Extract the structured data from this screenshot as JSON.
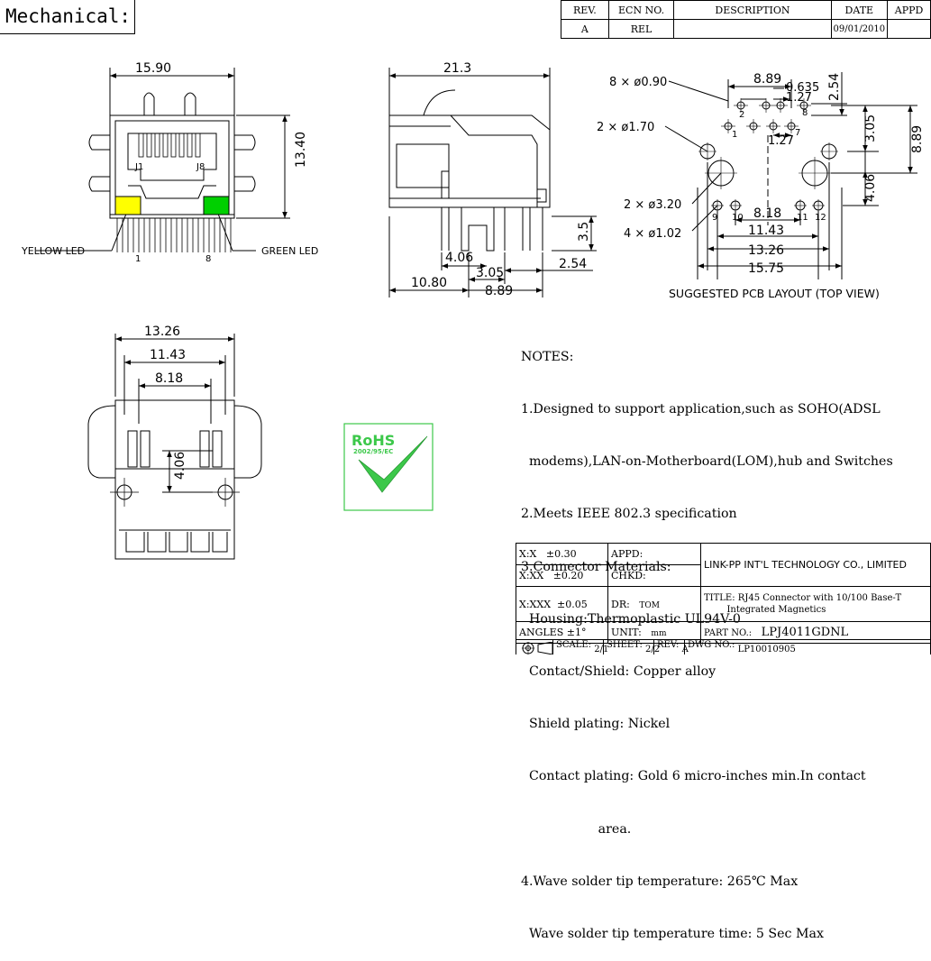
{
  "header": {
    "mechanical": "Mechanical:"
  },
  "revision_table": {
    "headers": [
      "REV.",
      "ECN NO.",
      "DESCRIPTION",
      "DATE",
      "APPD"
    ],
    "row": [
      "A",
      "REL",
      "",
      "09/01/2010",
      ""
    ]
  },
  "front_view": {
    "dim_width": "15.90",
    "dim_height": "13.40",
    "pin_j1": "J1",
    "pin_j8": "J8",
    "pin_1": "1",
    "pin_8": "8",
    "yellow_led": "YELLOW LED",
    "green_led": "GREEN LED",
    "yellow_color": "#ffff00",
    "green_color": "#00d000"
  },
  "side_view": {
    "dim_length": "21.3",
    "dim_pin_height": "3.5",
    "dim_4_06": "4.06",
    "dim_3_05": "3.05",
    "dim_2_54": "2.54",
    "dim_10_80": "10.80",
    "dim_8_89": "8.89"
  },
  "pcb_layout": {
    "dim_8_89_top": "8.89",
    "dim_1_27_top": "1.27",
    "dim_0_635": "0.635",
    "dim_2_54_v": "2.54",
    "label_holes_090": "8 × ø0.90",
    "label_holes_170": "2 × ø1.70",
    "label_holes_320": "2 × ø3.20",
    "label_holes_102": "4 × ø1.02",
    "dim_1_27_mid": "1.27",
    "dim_3_05_v": "3.05",
    "dim_8_89_v": "8.89",
    "dim_4_06_v": "4.06",
    "dim_8_18": "8.18",
    "dim_11_43": "11.43",
    "dim_13_26": "13.26",
    "dim_15_75": "15.75",
    "pin_labels": [
      "1",
      "2",
      "7",
      "8",
      "9",
      "10",
      "11",
      "12"
    ],
    "caption": "SUGGESTED PCB LAYOUT (TOP VIEW)"
  },
  "bottom_view": {
    "dim_13_26": "13.26",
    "dim_11_43": "11.43",
    "dim_8_18": "8.18",
    "dim_4_06": "4.06"
  },
  "rohs": {
    "title": "RoHS",
    "subtitle": "2002/95/EC",
    "color": "#3cc84a"
  },
  "notes": {
    "lines": [
      "NOTES:",
      "1.Designed to support application,such as SOHO(ADSL",
      "  modems),LAN-on-Motherboard(LOM),hub and Switches",
      "2.Meets IEEE 802.3 specification",
      "3.Connector Materials:",
      "  Housing:Thermoplastic UL94V-0",
      "  Contact/Shield: Copper alloy",
      "  Shield plating: Nickel",
      "  Contact plating: Gold 6 micro-inches min.In contact",
      "                   area.",
      "4.Wave solder tip temperature: 265℃ Max",
      "  Wave solder tip temperature time: 5 Sec Max"
    ]
  },
  "title_block": {
    "tol_x": "X:X",
    "tol_x_val": "±0.30",
    "tol_xx": "X:XX",
    "tol_xx_val": "±0.20",
    "tol_xxx": "X:XXX",
    "tol_xxx_val": "±0.05",
    "angles": "ANGLES ±1°",
    "appd": "APPD:",
    "chkd": "CHKD:",
    "dr": "DR:",
    "dr_val": "TOM",
    "unit": "UNIT:",
    "unit_val": "mm",
    "company": "LINK-PP INT'L TECHNOLOGY CO., LIMITED",
    "title_label": "TITLE:",
    "title_line1": "RJ45 Connector with 10/100 Base-T",
    "title_line2": "Integrated Magnetics",
    "part_label": "PART NO.:",
    "part_val": "LPJ4011GDNL",
    "scale_label": "SCALE:",
    "scale_val": "2/1",
    "sheet_label": "SHEET:",
    "sheet_val": "2/2",
    "rev_label": "REV:",
    "rev_val": "A",
    "dwg_label": "DWG NO.:",
    "dwg_val": "LP10010905"
  }
}
